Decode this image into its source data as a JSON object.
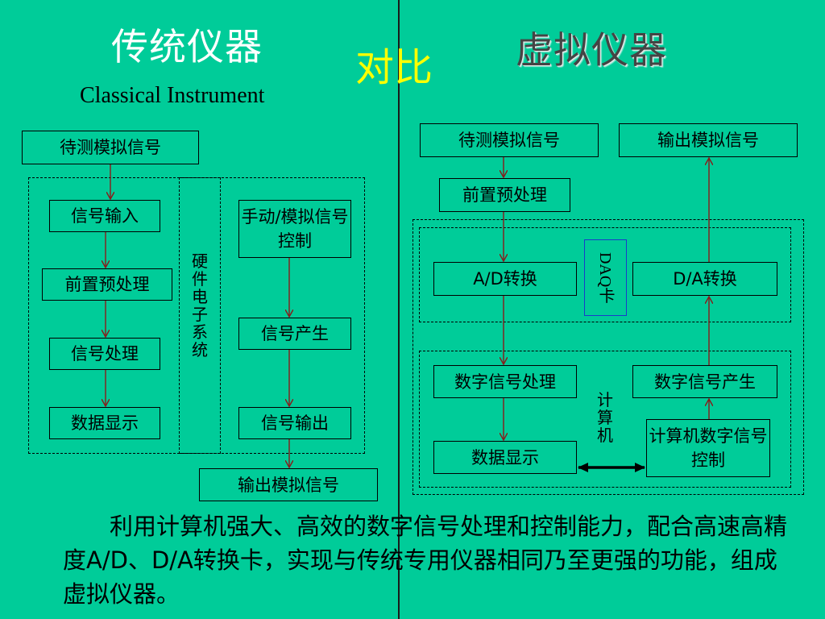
{
  "header": {
    "left_title": "传统仪器",
    "middle_title": "对比",
    "right_title": "虚拟仪器",
    "left_subtitle": "Classical Instrument"
  },
  "classical": {
    "input_signal": "待测模拟信号",
    "col1": [
      "信号输入",
      "前置预处理",
      "信号处理",
      "数据显示"
    ],
    "hw_label": "硬件电子系统",
    "col2": [
      "手动/模拟信号控制",
      "信号产生",
      "信号输出"
    ],
    "output_signal": "输出模拟信号"
  },
  "virtual": {
    "input_signal": "待测模拟信号",
    "output_signal": "输出模拟信号",
    "preprocess": "前置预处理",
    "ad": "A/D转换",
    "da": "D/A转换",
    "daq_label": "DAQ卡",
    "dsp": "数字信号处理",
    "dsg": "数字信号产生",
    "computer_label": "计算机",
    "display": "数据显示",
    "pc_control": "计算机数字信号控制"
  },
  "summary": "利用计算机强大、高效的数字信号处理和控制能力，配合高速高精度A/D、D/A转换卡，实现与传统专用仪器相同乃至更强的功能，组成虚拟仪器。",
  "colors": {
    "background": "#00cc99",
    "left_title": "#ffffff",
    "middle_title": "#ffff00",
    "arrow": "#8b1a1a",
    "daq_border": "#1a3bcc"
  }
}
